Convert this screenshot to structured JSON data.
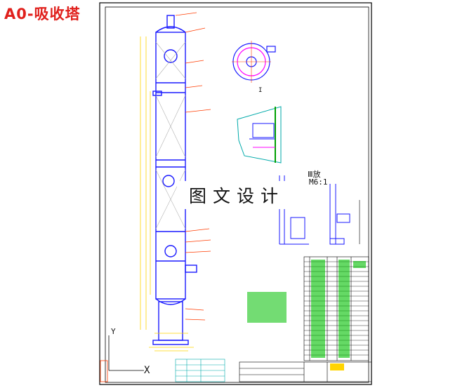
{
  "title": "A0-吸收塔",
  "watermark": "图文设计",
  "detail_label": "Ⅲ放",
  "detail_scale": "M6:1",
  "detail_ref": "I",
  "axis": {
    "y": "Y",
    "x": "X"
  },
  "colors": {
    "title": "#e0201c",
    "frame": "#000000",
    "vessel": "#1a1aff",
    "leader": "#ff3b00",
    "dims": "#ffd400",
    "text": "#00c000",
    "detail": "#ff00ff"
  }
}
